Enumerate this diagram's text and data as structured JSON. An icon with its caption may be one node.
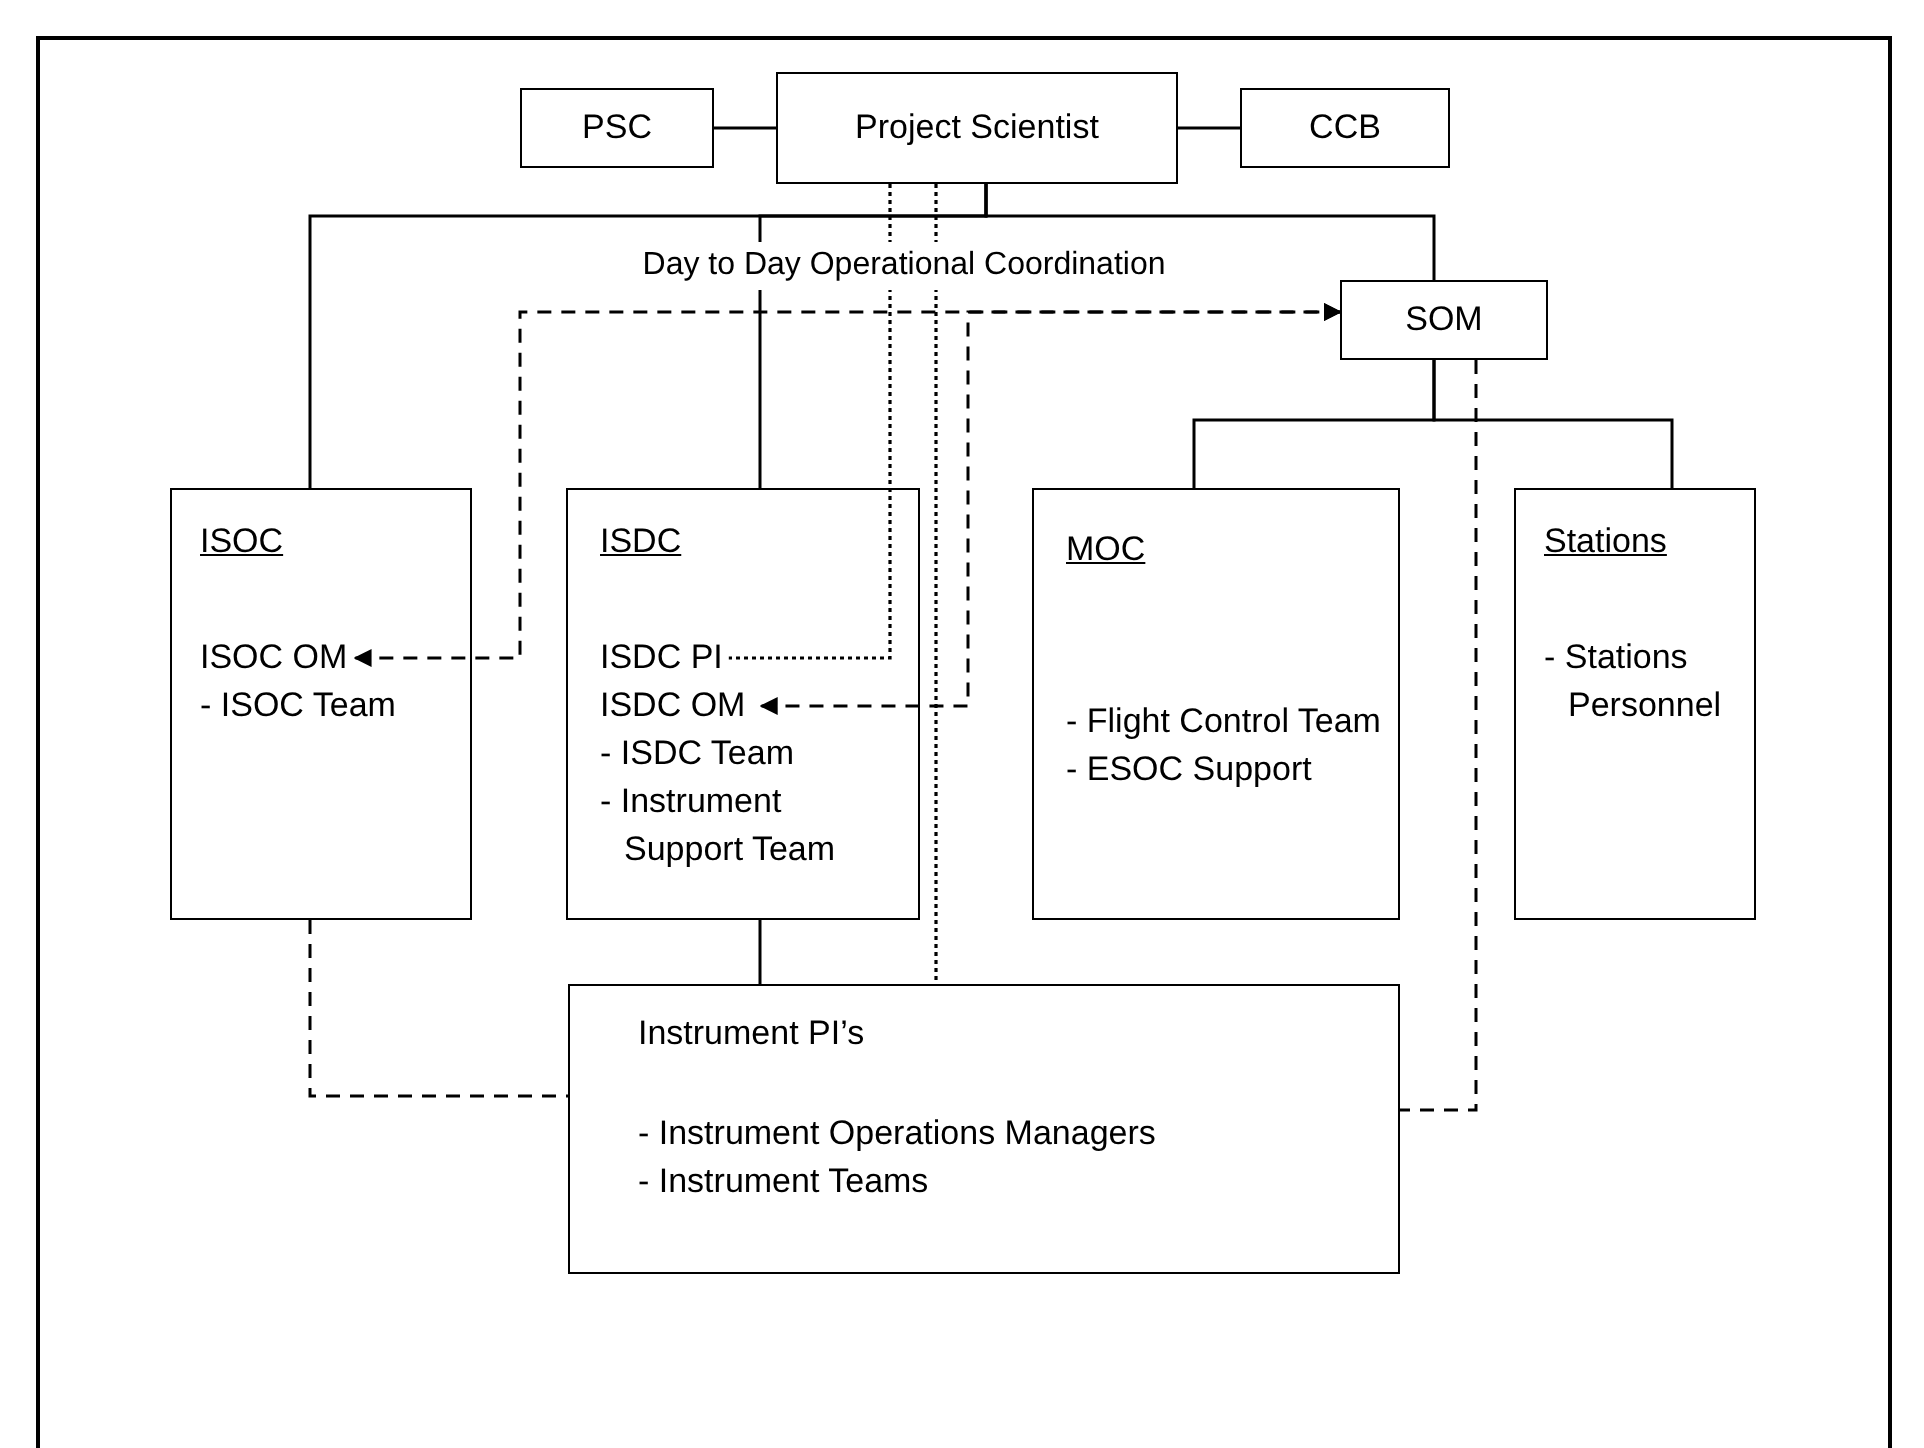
{
  "diagram": {
    "nodes": [
      {
        "text": [
          "PSC"
        ]
      },
      {
        "text": [
          "Project Scientist"
        ]
      },
      {
        "text": [
          "CCB"
        ]
      },
      {
        "text": [
          "SOM"
        ]
      },
      {
        "text": [
          "ISOC",
          "- ISOC Team"
        ]
      },
      {
        "text": [
          "ISOC OM"
        ],
        "in": 4
      },
      {
        "text": [
          "ISDC",
          "- ISDC Team",
          "- Instrument Support Team"
        ]
      },
      {
        "text": [
          "ISDC PI"
        ],
        "in": 6
      },
      {
        "text": [
          "ISDC OM"
        ],
        "in": 6
      },
      {
        "text": [
          "MOC",
          "- Flight Control Team",
          "- ESOC Support"
        ]
      },
      {
        "text": [
          "Stations",
          "- Stations Personnel"
        ]
      },
      {
        "text": [
          "Instrument PI’s",
          "- Instrument Operations Managers",
          "- Instrument Teams"
        ]
      }
    ],
    "edges": [
      {
        "from": 0,
        "to": 1,
        "arrow": "none"
      },
      {
        "from": 1,
        "to": 2,
        "arrow": "none"
      },
      {
        "from": 1,
        "to": 4,
        "arrow": "none"
      },
      {
        "from": 1,
        "to": 6,
        "arrow": "none"
      },
      {
        "from": 1,
        "to": 3,
        "arrow": "none"
      },
      {
        "from": 3,
        "to": 9,
        "arrow": "none"
      },
      {
        "from": 3,
        "to": 10,
        "arrow": "none"
      },
      {
        "from": 6,
        "to": 11,
        "arrow": "none"
      },
      {
        "from": 4,
        "to": 11,
        "arrow": "none",
        "style": "dashed"
      },
      {
        "from": 3,
        "to": 11,
        "arrow": "none",
        "style": "dashed"
      },
      {
        "from": 1,
        "to": 7,
        "arrow": "none",
        "style": "dashed"
      },
      {
        "from": 1,
        "to": 11,
        "arrow": "none",
        "style": "dashed"
      },
      {
        "from": 5,
        "to": 3,
        "arrow": "both",
        "style": "dashed",
        "label": "Day to Day Operational Coordination"
      },
      {
        "from": 8,
        "to": 3,
        "arrow": "both",
        "style": "dashed"
      }
    ]
  }
}
